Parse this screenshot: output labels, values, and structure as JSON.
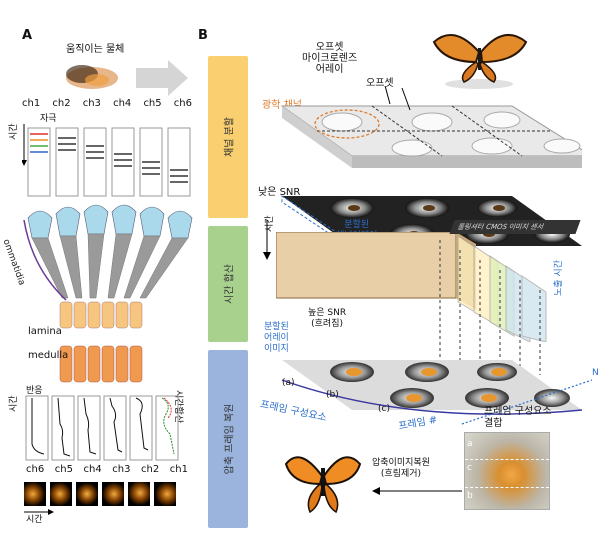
{
  "panel_a": {
    "letter": "A",
    "moving_object": "움직이는 물체",
    "channels_top": [
      "ch1",
      "ch2",
      "ch3",
      "ch4",
      "ch5",
      "ch6"
    ],
    "time_label": "시간",
    "stimulus_label": "자극",
    "ommatidia": "ommatidia",
    "lamina": "lamina",
    "medulla": "medulla",
    "response_label": "반응",
    "time_integration": "시간합산",
    "channels_bottom": [
      "ch6",
      "ch5",
      "ch4",
      "ch3",
      "ch2",
      "ch1"
    ],
    "time_arrow": "시간"
  },
  "panel_b": {
    "letter": "B",
    "stages": [
      "채널 분할",
      "시간 합산",
      "압축 프레임 복원"
    ],
    "offset_microlens": "오프셋\n마이크로렌즈\n어레이",
    "offset": "오프셋",
    "optical_channel": "광학 채널",
    "low_snr": "낮은 SNR",
    "time_label": "시간",
    "split_channel_array": "분할된\n채널어레이",
    "sensor_label": "롤링셔터 CMOS 이미지 센서",
    "exposure_time": "노출 시간",
    "high_snr": "높은 SNR\n(흐려짐)",
    "split_array_image": "분할된\n어레이\n이미지",
    "frame_components": "프레임 구성요소",
    "frame_index": "프레임 #",
    "frame_components_combine": "프레임 구성요소\n결합",
    "abc": [
      "(a)",
      "(b)",
      "(c)"
    ],
    "letters_small": [
      "a",
      "c",
      "b"
    ],
    "n_label": "N",
    "restore": "압축이미지복원\n(흐림제거)"
  },
  "colors": {
    "stage1": "#f9cf6f",
    "stage2": "#a9d18e",
    "stage3": "#9ab4dd",
    "ommatidia": "#a9d9ea",
    "lamina": "#f6c680",
    "medulla": "#ef9a4f",
    "orange_label": "#e07b2a",
    "blue_label": "#2b6fc9"
  }
}
